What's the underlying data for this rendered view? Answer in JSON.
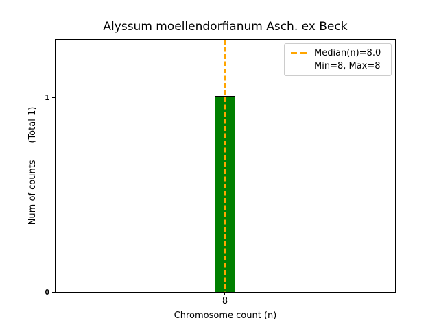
{
  "chart_data": {
    "type": "bar",
    "title": "Alyssum moellendorfianum Asch. ex Beck",
    "xlabel": "Chromosome count (n)",
    "ylabel": "Num of counts      (Total 1)",
    "categories": [
      8
    ],
    "values": [
      1
    ],
    "x_tick_labels": [
      "8"
    ],
    "y_tick_labels": [
      "0",
      "1"
    ],
    "xlim_note": "single bar centered in axis",
    "ylim": [
      0,
      1.3
    ],
    "grid": false,
    "bar_color": "#008000",
    "bar_edge_color": "#000000",
    "median_line": {
      "x": 8,
      "median": 8.0,
      "color": "#FFA500",
      "style": "dashed",
      "orientation": "vertical"
    },
    "legend": {
      "position": "upper right",
      "entries": [
        {
          "label": "Median(n)=8.0",
          "handle": "orange-dashed-line"
        },
        {
          "label": "Min=8, Max=8",
          "handle": "none"
        }
      ]
    }
  }
}
